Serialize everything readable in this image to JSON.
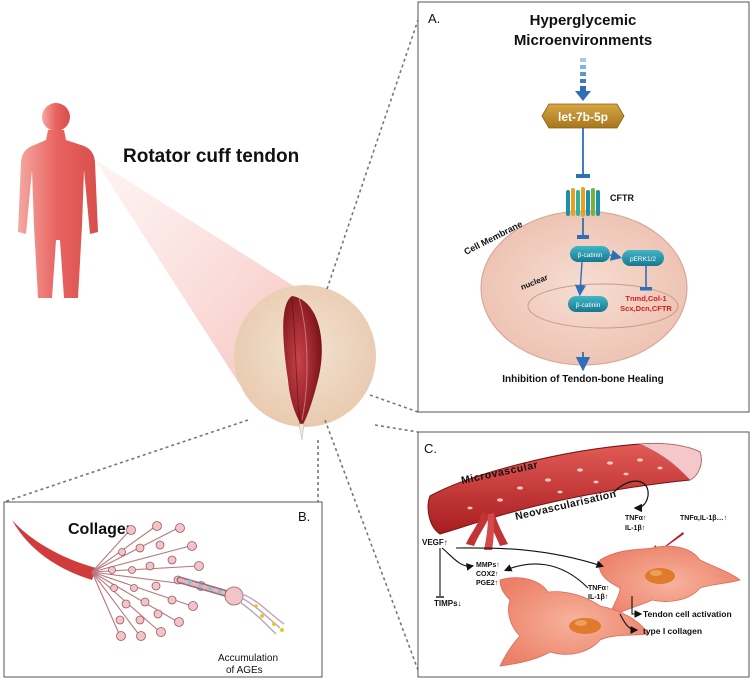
{
  "main_title": "Rotator cuff tendon",
  "panel_a": {
    "label": "A.",
    "title_line1": "Hyperglycemic",
    "title_line2": "Microenvironments",
    "mirna": "let-7b-5p",
    "channel": "CFTR",
    "membrane": "Cell Membrane",
    "beta1": "β-catinin",
    "perk": "pERK1/2",
    "nuclear": "nuclear",
    "beta2": "β-catinin",
    "genes_line1": "Tnmd,Col-1",
    "genes_line2": "Scx,Dcn,CFTR",
    "outcome": "Inhibition of Tendon-bone Healing"
  },
  "panel_b": {
    "label": "B.",
    "title": "Collagen",
    "ages_line1": "Accumulation",
    "ages_line2": "of AGEs"
  },
  "panel_c": {
    "label": "C.",
    "microvascular": "Microvascular",
    "neovascularisation": "Neovascularisation",
    "vegf": "VEGF↑",
    "tnf_top": "TNFα↑",
    "il_top": "IL-1β↑",
    "cytokines": "TNFα,IL-1β…↑",
    "mmps": "MMPs↑",
    "cox2": "COX2↑",
    "pge2": "PGE2↑",
    "timps": "TIMPs↓",
    "tnf_mid": "TNFα↑",
    "il_mid": "IL-1β↑",
    "activation": "Tendon cell activation",
    "collagen": "type I collagen"
  },
  "colors": {
    "body": "#e8625f",
    "mirna_box": "#b8862a",
    "arrow_blue": "#2f6fb8",
    "cell": "#f3d0c2",
    "gene_red": "#d42020",
    "vessel": "#c42a2a",
    "fibroblast": "#f08e78"
  }
}
